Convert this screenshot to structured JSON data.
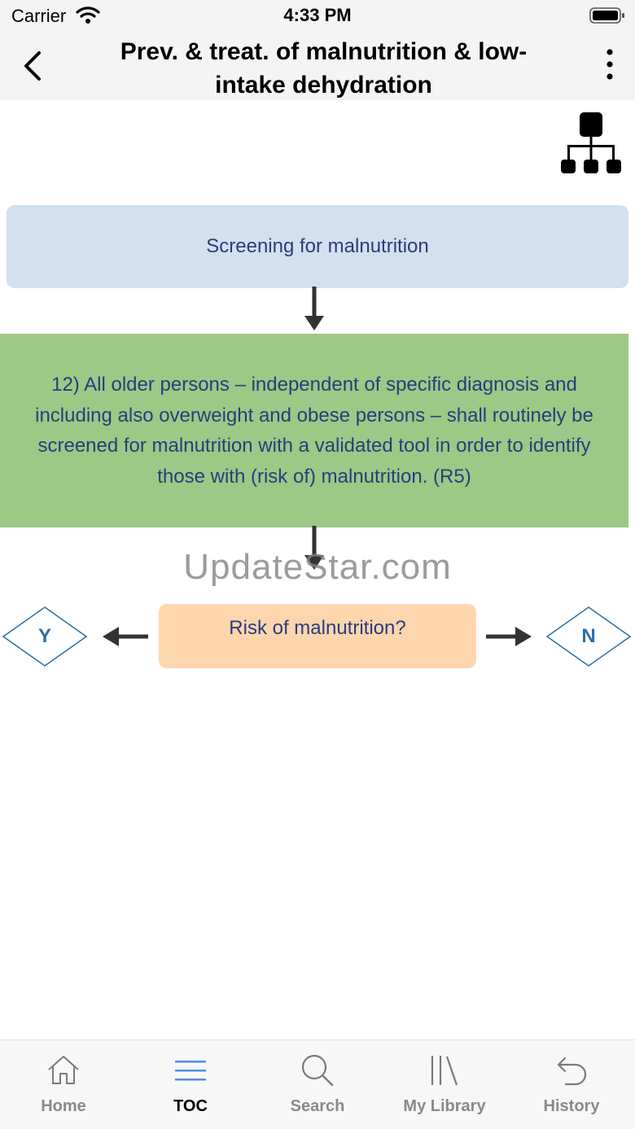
{
  "status_bar": {
    "carrier": "Carrier",
    "time": "4:33 PM"
  },
  "nav": {
    "title": "Prev. & treat. of malnutrition & low-intake dehydration"
  },
  "flowchart": {
    "screening_label": "Screening for malnutrition",
    "recommendation_text": "12) All older persons – independent of specific diagnosis and including also overweight and obese persons – shall routinely be screened for malnutrition with a validated tool in order to identify those with (risk of) malnutrition. (R5)",
    "question_label": "Risk of malnutrition?",
    "yes_label": "Y",
    "no_label": "N"
  },
  "watermark": "UpdateStar.com",
  "tabs": [
    {
      "label": "Home",
      "icon": "home-icon",
      "active": false
    },
    {
      "label": "TOC",
      "icon": "toc-icon",
      "active": true
    },
    {
      "label": "Search",
      "icon": "search-icon",
      "active": false
    },
    {
      "label": "My Library",
      "icon": "library-icon",
      "active": false
    },
    {
      "label": "History",
      "icon": "history-icon",
      "active": false
    }
  ],
  "colors": {
    "screening_box": "#d3e0ef",
    "recommendation_box": "#9dc886",
    "question_box": "#fdd6ae",
    "text_navy": "#2b3c7c",
    "diamond_blue": "#2d6ea6",
    "tab_active_icon": "#4a8fe7"
  }
}
